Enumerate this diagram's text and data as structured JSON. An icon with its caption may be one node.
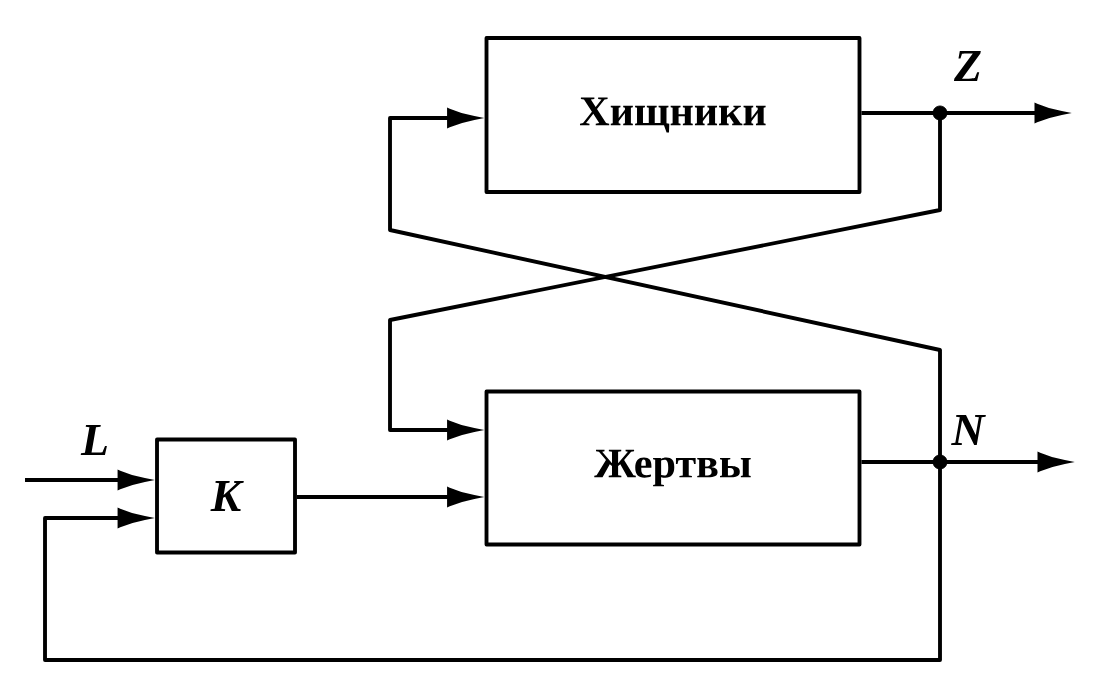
{
  "diagram": {
    "nodes": [
      {
        "text": [
          "Хищники"
        ]
      },
      {
        "text": [
          "Жертвы"
        ]
      },
      {
        "text": [
          "K"
        ]
      },
      {
        "text": [],
        "shape": "circle"
      },
      {
        "text": [],
        "shape": "circle"
      }
    ],
    "edges": [
      {
        "from": null,
        "to": 2,
        "arrow": "to",
        "label": "L"
      },
      {
        "from": 2,
        "to": 1,
        "arrow": "to"
      },
      {
        "from": 0,
        "to": 3,
        "arrow": "none"
      },
      {
        "from": 3,
        "to": null,
        "arrow": "to",
        "label": "Z"
      },
      {
        "from": 1,
        "to": 4,
        "arrow": "none"
      },
      {
        "from": 4,
        "to": null,
        "arrow": "to",
        "label": "N"
      },
      {
        "from": 3,
        "to": 1,
        "arrow": "to"
      },
      {
        "from": 4,
        "to": 0,
        "arrow": "to"
      },
      {
        "from": 4,
        "to": 2,
        "arrow": "to"
      }
    ]
  }
}
